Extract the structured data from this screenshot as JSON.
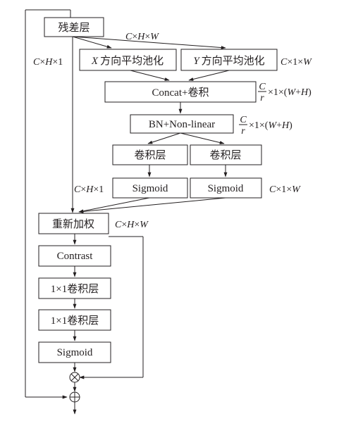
{
  "diagram": {
    "nodes": {
      "residual": "残差层",
      "pool_x_var": "X",
      "pool_x_text": "方向平均池化",
      "pool_y_var": "Y",
      "pool_y_text": "方向平均池化",
      "concat": "Concat+卷积",
      "bn": "BN+Non-linear",
      "conv_left": "卷积层",
      "conv_right": "卷积层",
      "sigmoid_left": "Sigmoid",
      "sigmoid_right": "Sigmoid",
      "reweight": "重新加权",
      "contrast": "Contrast",
      "conv1x1_a": "1×1卷积层",
      "conv1x1_b": "1×1卷积层",
      "sigmoid_final": "Sigmoid",
      "multiply_op": "⊗",
      "add_op": "⊕"
    },
    "dimensions": {
      "top": {
        "c": "C",
        "x1": "×",
        "h": "H",
        "x2": "×",
        "w": "W"
      },
      "left_pool": {
        "c": "C",
        "x1": "×",
        "h": "H",
        "rest": "×1"
      },
      "right_pool": {
        "c": "C",
        "mid": "×1×",
        "w": "W"
      },
      "concat_frac_num": "C",
      "concat_frac_den": "r",
      "concat_rest_a": "×1×(",
      "concat_w": "W",
      "concat_plus": "+",
      "concat_h": "H",
      "concat_close": ")",
      "bn_frac_num": "C",
      "bn_frac_den": "r",
      "bn_rest_a": "×1×(",
      "bn_w": "W",
      "bn_plus": "+",
      "bn_h": "H",
      "bn_close": ")",
      "sig_left": {
        "c": "C",
        "x1": "×",
        "h": "H",
        "rest": "×1"
      },
      "sig_right": {
        "c": "C",
        "mid": "×1×",
        "w": "W"
      },
      "reweight": {
        "c": "C",
        "x1": "×",
        "h": "H",
        "x2": "×",
        "w": "W"
      }
    }
  }
}
